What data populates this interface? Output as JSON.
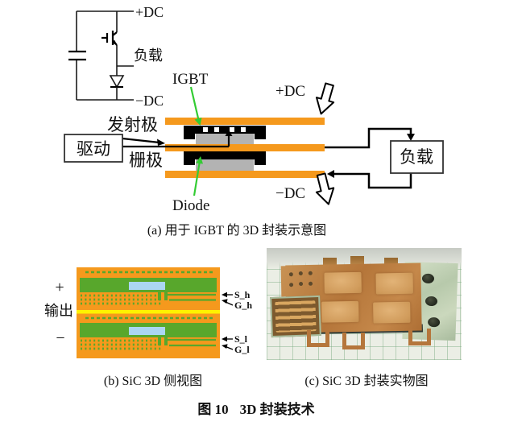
{
  "colors": {
    "busbar_orange": "#F5991D",
    "callout_green": "#33CC33",
    "copper_green": "#58A72C",
    "die_blue": "#ABD6F2",
    "stripe_yellow": "#FFF200",
    "die_gray": "#B3B3B3"
  },
  "panel_a": {
    "circuit": {
      "plus_dc": "+DC",
      "load": "负载",
      "minus_dc": "−DC"
    },
    "package": {
      "igbt": "IGBT",
      "diode": "Diode",
      "emitter": "发射极",
      "gate": "栅极",
      "drive": "驱动",
      "plus_dc": "+DC",
      "minus_dc": "−DC",
      "load": "负载"
    },
    "caption": "(a) 用于 IGBT 的 3D 封装示意图"
  },
  "panel_b": {
    "plus": "+",
    "output": "输出",
    "minus": "−",
    "s_h": "S_h",
    "g_h": "G_h",
    "s_l": "S_l",
    "g_l": "G_l",
    "caption": "(b) SiC 3D 侧视图"
  },
  "panel_c": {
    "caption": "(c) SiC 3D 封装实物图"
  },
  "figure": {
    "label": "图 10",
    "title": "3D 封装技术"
  }
}
